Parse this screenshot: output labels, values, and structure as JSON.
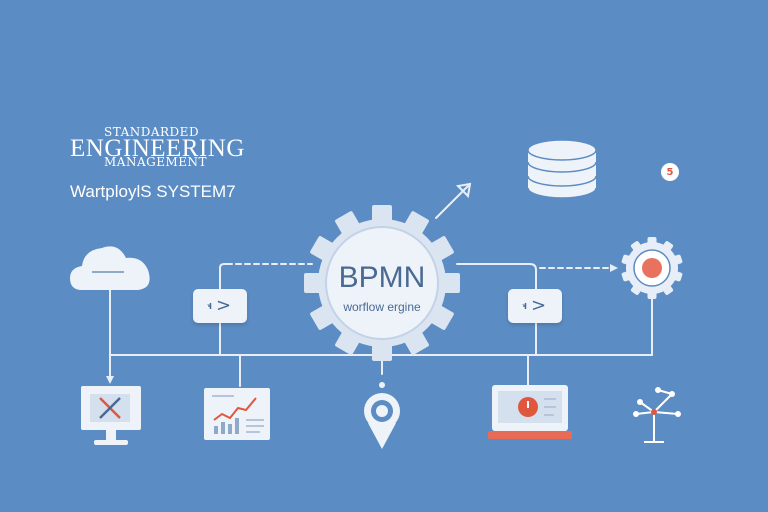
{
  "header": {
    "line1": "STANDARDED",
    "line2": "ENGINEERING",
    "line3": "MANAGEMENT",
    "subtitle": "WartploylS SYSTEM7"
  },
  "engine": {
    "title": "BPMN",
    "subtitle": "worflow ergine"
  },
  "steps": [
    {
      "label": "ͮI"
    },
    {
      "label": "ͮI"
    }
  ],
  "badge": {
    "label": "5"
  },
  "icons": [
    "cloud-icon",
    "database-icon",
    "trend-arrow-icon",
    "target-gear-icon",
    "monitor-icon",
    "chart-document-icon",
    "location-pin-icon",
    "laptop-icon",
    "network-tree-icon"
  ],
  "colors": {
    "background": "#5b8cc3",
    "panel": "#eef3fa",
    "accent": "#e0573f",
    "line": "#e8eef7"
  }
}
